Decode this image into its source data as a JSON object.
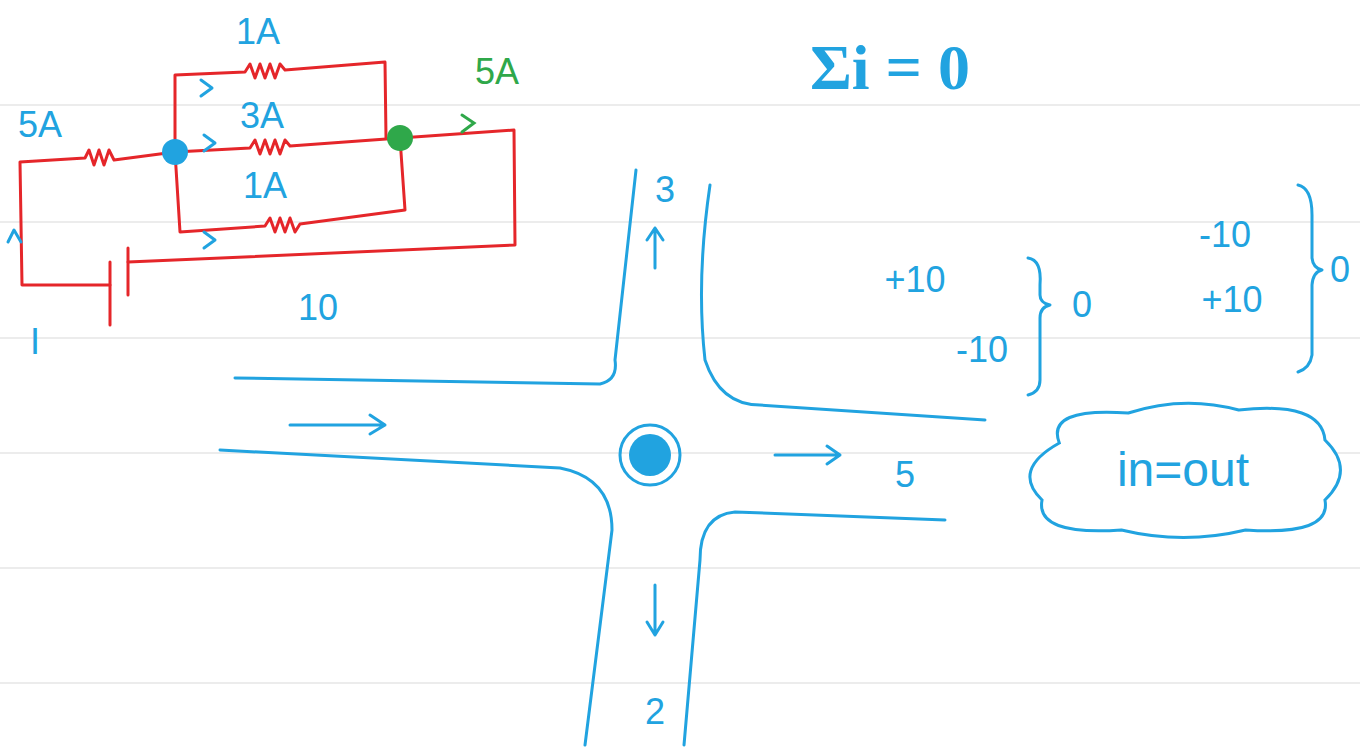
{
  "diagram": {
    "title": "Σi = 0",
    "nodes": [
      {
        "text": [
          "in=out"
        ]
      }
    ],
    "edges": [],
    "labels": [
      "1A",
      "5A",
      "5A",
      "3A",
      "1A",
      "3",
      "-10",
      "+10",
      "0",
      "+10",
      "0",
      "10",
      "-10",
      "I",
      "5",
      "2"
    ]
  }
}
